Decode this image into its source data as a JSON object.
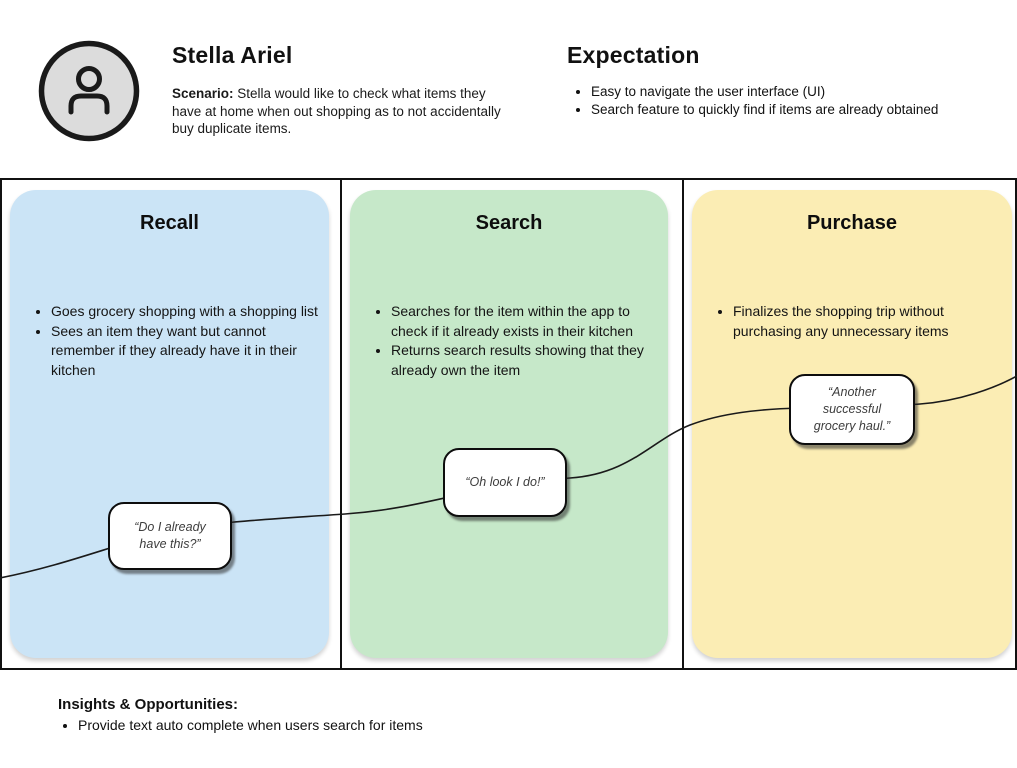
{
  "persona": {
    "name": "Stella Ariel",
    "scenario_label": "Scenario:",
    "scenario_text": " Stella would like to check what items they have at home when out shopping as to not accidentally buy duplicate items.",
    "avatar_icon": "person-icon"
  },
  "expectation": {
    "title": "Expectation",
    "items": [
      "Easy to navigate the user interface (UI)",
      "Search feature to quickly find if items are already obtained"
    ]
  },
  "journey": {
    "stages": [
      {
        "label": "Recall",
        "color": "#CBE4F6",
        "actions": [
          "Goes grocery shopping with a shopping list",
          "Sees an item they want but cannot remember if they already have it in their kitchen"
        ],
        "quote": "“Do I already have this?”"
      },
      {
        "label": "Search",
        "color": "#C6E8C9",
        "actions": [
          "Searches for the item within the app to check if it already exists in their kitchen",
          "Returns search results showing that they already own the item"
        ],
        "quote": "“Oh look I do!”"
      },
      {
        "label": "Purchase",
        "color": "#FBEDB4",
        "actions": [
          "Finalizes the shopping trip without purchasing any unnecessary items"
        ],
        "quote": "“Another successful grocery haul.”"
      }
    ]
  },
  "insights": {
    "title": "Insights & Opportunities:",
    "items": [
      "Provide text auto complete when users search for items"
    ]
  },
  "colors": {
    "line": "#111111",
    "avatar_fill": "#DCDCDC",
    "bubble_border": "#0D0D0D"
  }
}
